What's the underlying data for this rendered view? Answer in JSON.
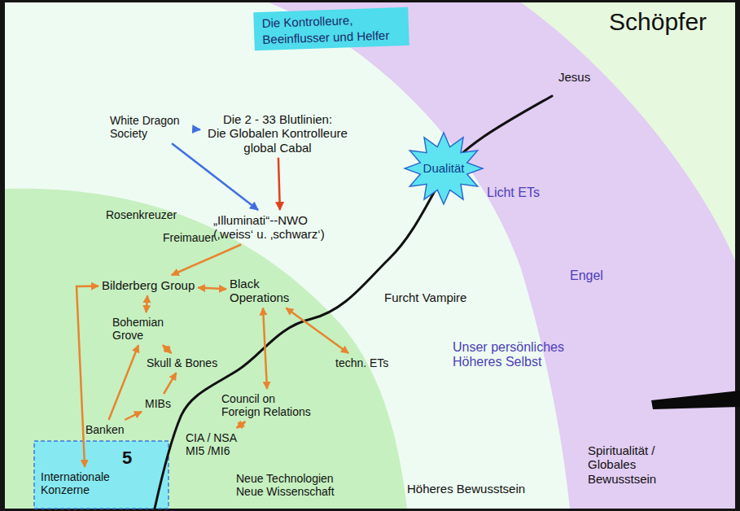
{
  "diagram": {
    "title": "Die Kontrolleure, Beeinflusser und Helfer",
    "nodes": [
      {
        "text": [
          "White Dragon Society"
        ]
      },
      {
        "text": [
          "Die 2 - 33 Blutlinien:",
          "Die Globalen Kontrolleure global Cabal"
        ]
      },
      {
        "text": [
          "„Illuminati“--NWO (‚weiss‘ u. ‚schwarz‘)"
        ]
      },
      {
        "text": [
          "Dualität"
        ]
      },
      {
        "text": [
          "Bilderberg Group"
        ]
      },
      {
        "text": [
          "Black Operations"
        ]
      },
      {
        "text": [
          "Bohemian Grove"
        ]
      },
      {
        "text": [
          "Skull & Bones"
        ]
      },
      {
        "text": [
          "techn. ETs"
        ]
      },
      {
        "text": [
          "Council on Foreign Relations"
        ]
      },
      {
        "text": [
          "MIBs"
        ]
      },
      {
        "text": [
          "Banken"
        ]
      },
      {
        "text": [
          "CIA / NSA MI5 /MI6"
        ]
      },
      {
        "text": [
          "Internationale Konzerne"
        ]
      }
    ],
    "edges": [
      {
        "from": 0,
        "to": 1,
        "arrow": "to"
      },
      {
        "from": 0,
        "to": 2,
        "arrow": "to"
      },
      {
        "from": 1,
        "to": 2,
        "arrow": "to"
      },
      {
        "from": 2,
        "to": 4,
        "arrow": "to"
      },
      {
        "from": 4,
        "to": 5,
        "arrow": "both"
      },
      {
        "from": 4,
        "to": 6,
        "arrow": "both"
      },
      {
        "from": 6,
        "to": 7,
        "arrow": "both"
      },
      {
        "from": 5,
        "to": 9,
        "arrow": "both"
      },
      {
        "from": 5,
        "to": 8,
        "arrow": "both"
      },
      {
        "from": 10,
        "to": 7,
        "arrow": "to"
      },
      {
        "from": 11,
        "to": 10,
        "arrow": "to"
      },
      {
        "from": 11,
        "to": 6,
        "arrow": "to"
      },
      {
        "from": 13,
        "to": 4,
        "arrow": "both"
      },
      {
        "from": 9,
        "to": 12,
        "arrow": "both"
      }
    ],
    "labels": [
      "Schöpfer",
      "Jesus",
      "Licht ETs",
      "Rosenkreuzer",
      "Freimauer",
      "Furcht Vampire",
      "Engel",
      "Unser persönliches Höheres Selbst",
      "Neue Technologien Neue Wissenschaft",
      "Höheres Bewusstsein",
      "Spiritualität / Globales Bewusstsein",
      "5"
    ]
  }
}
